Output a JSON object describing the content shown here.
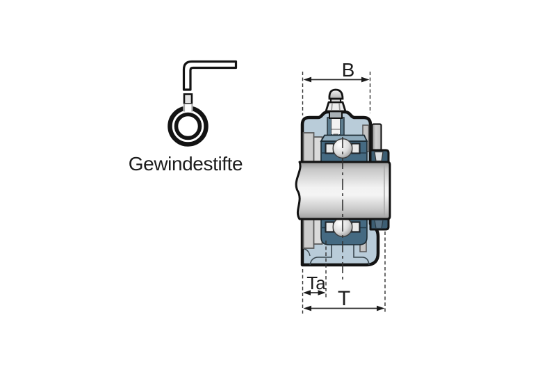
{
  "background": "#ffffff",
  "legend": {
    "label": "Gewindestifte",
    "icons": [
      "hex-key-icon",
      "set-screw-icon",
      "locking-ring-icon"
    ]
  },
  "dimension_labels": {
    "B": "B",
    "Ta": "Ta",
    "T": "T"
  },
  "colors": {
    "housing_fill": "#b9ccd9",
    "ring_dark": "#456a82",
    "ring_bevel": "#8fabbc",
    "collar_dark": "#3d5e73",
    "seal_gray": "#cccccc",
    "shaft_highlight": "#f2f2f2",
    "outline": "#131313",
    "dimension_line": "#1a1a1a"
  }
}
